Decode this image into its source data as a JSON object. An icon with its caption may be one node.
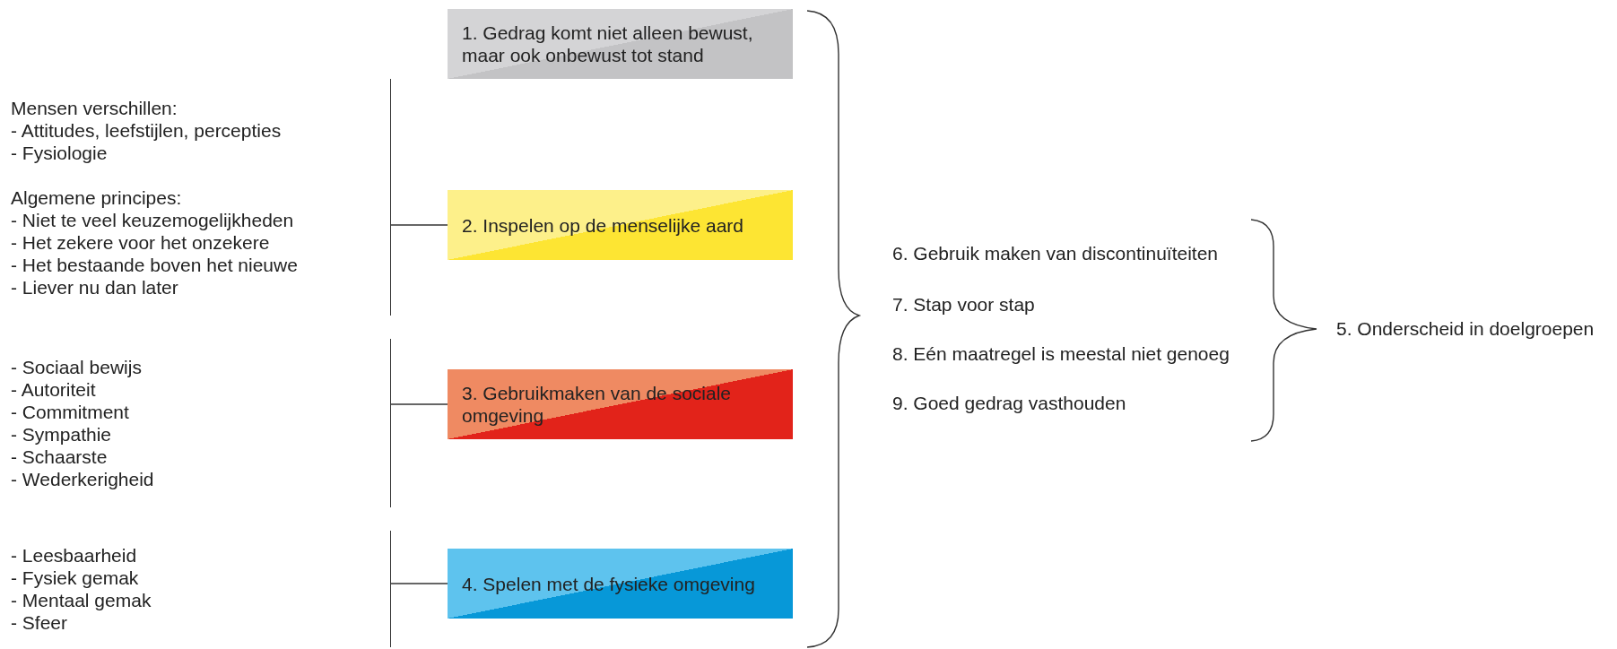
{
  "diagram": {
    "nodes": [
      {
        "text": [
          "1. Gedrag komt niet alleen bewust, maar ook onbewust tot stand"
        ]
      },
      {
        "text": [
          "Mensen verschillen:",
          "- Attitudes, leefstijlen, percepties",
          "- Fysiologie",
          "Algemene principes:",
          "- Niet te veel keuzemogelijkheden",
          "- Het zekere voor het onzekere",
          "- Het bestaande boven het nieuwe",
          "- Liever nu dan later"
        ]
      },
      {
        "text": [
          "2. Inspelen op de menselijke aard"
        ]
      },
      {
        "text": [
          "- Sociaal bewijs",
          "- Autoriteit",
          "- Commitment",
          "- Sympathie",
          "- Schaarste",
          "- Wederkerigheid"
        ]
      },
      {
        "text": [
          "3. Gebruikmaken van de sociale omgeving"
        ]
      },
      {
        "text": [
          "- Leesbaarheid",
          "- Fysiek gemak",
          "- Mentaal gemak",
          "- Sfeer"
        ]
      },
      {
        "text": [
          "4. Spelen met de fysieke omgeving"
        ]
      }
    ],
    "edges": [
      {
        "from": 1,
        "to": 2,
        "arrow": "none"
      },
      {
        "from": 3,
        "to": 4,
        "arrow": "none"
      },
      {
        "from": 5,
        "to": 6,
        "arrow": "none"
      }
    ],
    "labels": [
      "6. Gebruik maken van discontinuïteiten",
      "7. Stap voor stap",
      "8. Eén maatregel is meestal niet genoeg",
      "9. Goed gedrag vasthouden",
      "5. Onderscheid in doelgroepen"
    ]
  }
}
